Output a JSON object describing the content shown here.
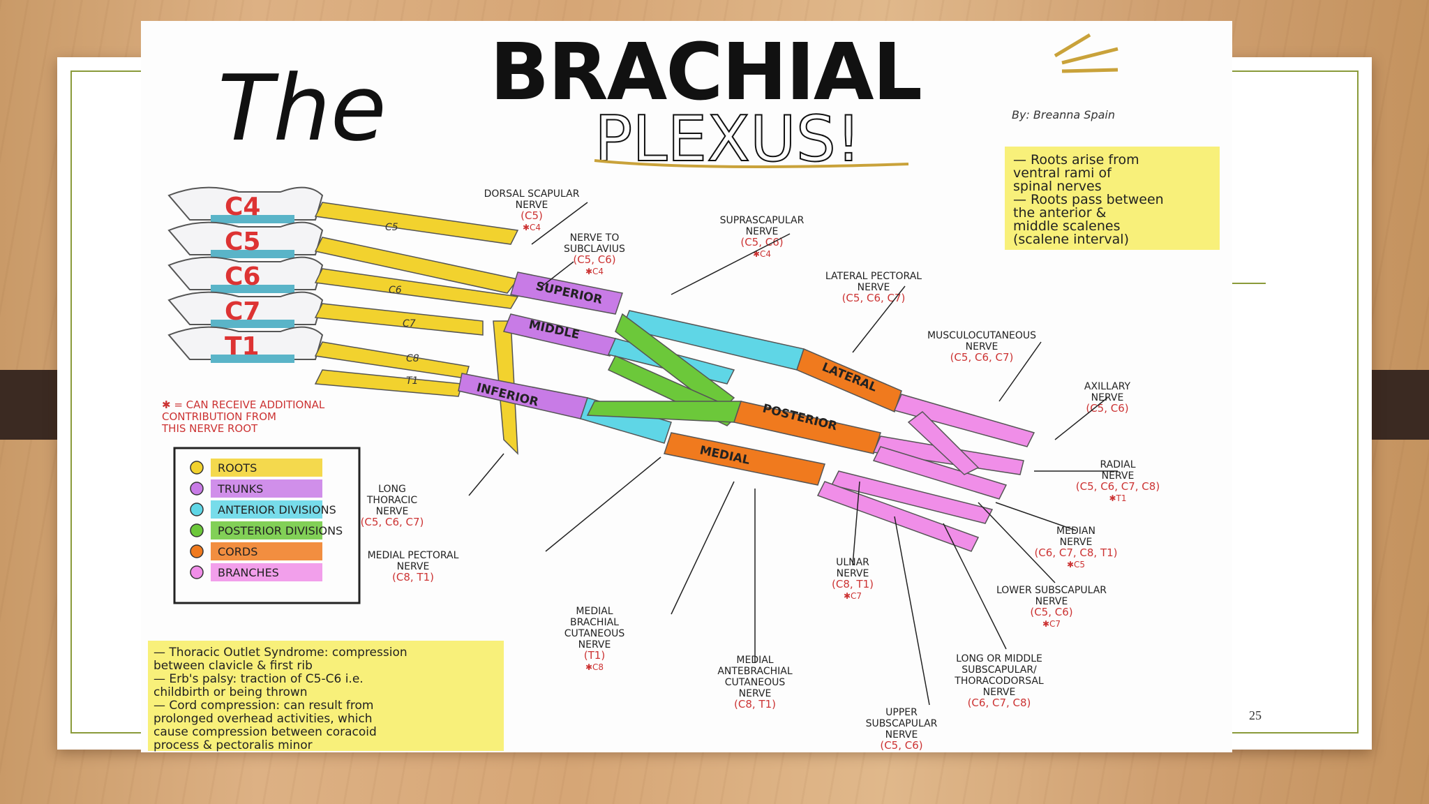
{
  "slide": {
    "page_number": "25"
  },
  "poster": {
    "title_the": "The",
    "title_main": "BRACHIAL",
    "title_sub": "PLEXUS!",
    "author": "By: Breanna Spain",
    "note_top": [
      "— Roots arise from",
      "ventral rami of",
      "spinal nerves",
      "— Roots pass between",
      "the anterior &",
      "middle scalenes",
      "(scalene interval)"
    ],
    "note_bottom": [
      "— Thoracic Outlet Syndrome: compression",
      "between clavicle & first rib",
      "— Erb's palsy: traction of C5-C6 i.e.",
      "childbirth or being thrown",
      "— Cord compression: can result from",
      "prolonged overhead activities, which",
      "cause compression between coracoid",
      "process & pectoralis minor"
    ],
    "asterisk_note": [
      "✱ = CAN RECEIVE ADDITIONAL",
      "CONTRIBUTION FROM",
      "THIS NERVE ROOT"
    ],
    "roots": [
      "C4",
      "C5",
      "C6",
      "C7",
      "T1"
    ],
    "root_small": [
      "C5",
      "C6",
      "C7",
      "C8",
      "T1"
    ],
    "trunks": [
      "SUPERIOR",
      "MIDDLE",
      "INFERIOR"
    ],
    "cords": [
      "LATERAL",
      "POSTERIOR",
      "MEDIAL"
    ],
    "legend": [
      {
        "label": "ROOTS",
        "color": "#f2d22e"
      },
      {
        "label": "TRUNKS",
        "color": "#c87be6"
      },
      {
        "label": "ANTERIOR DIVISIONS",
        "color": "#5fd6e6"
      },
      {
        "label": "POSTERIOR DIVISIONS",
        "color": "#6cc83a"
      },
      {
        "label": "CORDS",
        "color": "#f07a1e"
      },
      {
        "label": "BRANCHES",
        "color": "#f08ee8"
      }
    ],
    "nerves": {
      "dorsal_scapular": [
        "DORSAL SCAPULAR",
        "NERVE",
        "(C5)",
        "✱C4"
      ],
      "nerve_to_subclavius": [
        "NERVE TO",
        "SUBCLAVIUS",
        "(C5, C6)",
        "✱C4"
      ],
      "suprascapular": [
        "SUPRASCAPULAR",
        "NERVE",
        "(C5, C6)",
        "✱C4"
      ],
      "lateral_pectoral": [
        "LATERAL PECTORAL",
        "NERVE",
        "(C5, C6, C7)"
      ],
      "musculocutaneous": [
        "MUSCULOCUTANEOUS",
        "NERVE",
        "(C5, C6, C7)"
      ],
      "axillary": [
        "AXILLARY",
        "NERVE",
        "(C5, C6)"
      ],
      "radial": [
        "RADIAL",
        "NERVE",
        "(C5, C6, C7, C8)",
        "✱T1"
      ],
      "median": [
        "MEDIAN",
        "NERVE",
        "(C6, C7, C8, T1)",
        "✱C5"
      ],
      "lower_subscapular": [
        "LOWER SUBSCAPULAR",
        "NERVE",
        "(C5, C6)",
        "✱C7"
      ],
      "thoracodorsal": [
        "LONG OR MIDDLE",
        "SUBSCAPULAR/",
        "THORACODORSAL",
        "NERVE",
        "(C6, C7, C8)"
      ],
      "upper_subscapular": [
        "UPPER",
        "SUBSCAPULAR",
        "NERVE",
        "(C5, C6)"
      ],
      "ulnar": [
        "ULNAR",
        "NERVE",
        "(C8, T1)",
        "✱C7"
      ],
      "medial_antebrachial": [
        "MEDIAL",
        "ANTEBRACHIAL",
        "CUTANEOUS",
        "NERVE",
        "(C8, T1)"
      ],
      "medial_brachial": [
        "MEDIAL",
        "BRACHIAL",
        "CUTANEOUS",
        "NERVE",
        "(T1)",
        "✱C8"
      ],
      "medial_pectoral": [
        "MEDIAL PECTORAL",
        "NERVE",
        "(C8, T1)"
      ],
      "long_thoracic": [
        "LONG",
        "THORACIC",
        "NERVE",
        "(C5, C6, C7)"
      ]
    }
  }
}
